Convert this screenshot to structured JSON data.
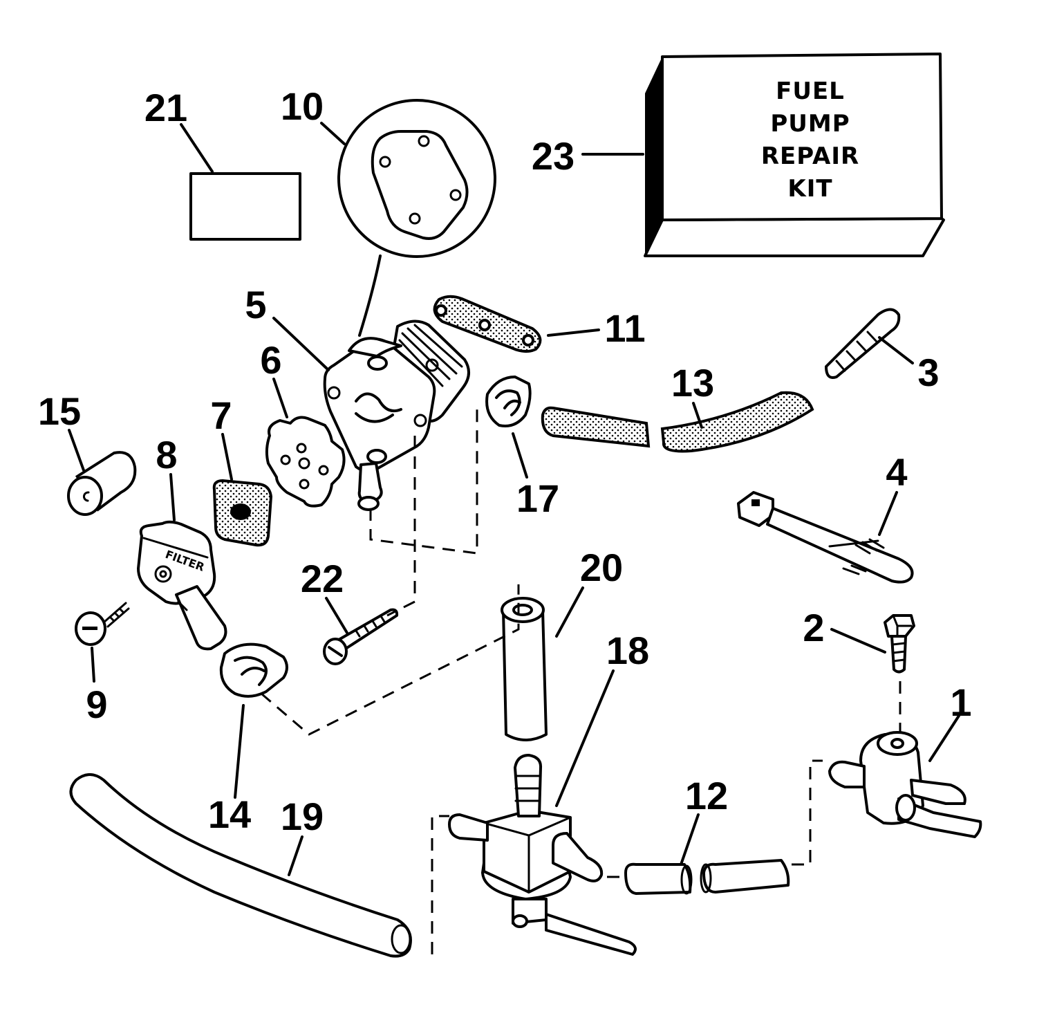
{
  "kit": {
    "line1": "FUEL",
    "line2": "PUMP",
    "line3": "REPAIR",
    "line4": "KIT"
  },
  "callouts": [
    "1",
    "2",
    "3",
    "4",
    "5",
    "6",
    "7",
    "8",
    "9",
    "10",
    "11",
    "12",
    "13",
    "14",
    "15",
    "17",
    "18",
    "19",
    "20",
    "21",
    "22",
    "23"
  ],
  "filter_text": "FILTER"
}
